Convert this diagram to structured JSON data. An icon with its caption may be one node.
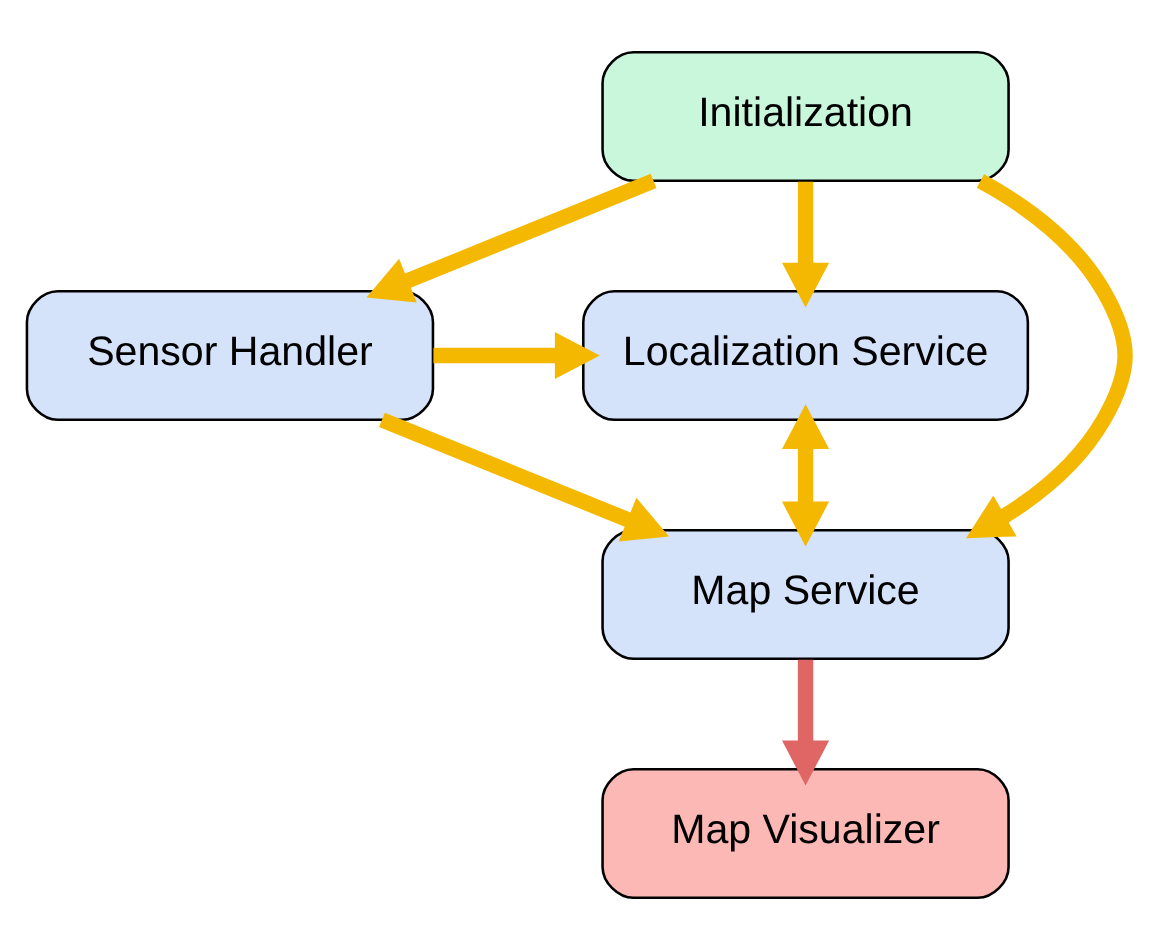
{
  "diagram": {
    "nodes": [
      {
        "text": [
          "Initialization"
        ]
      },
      {
        "text": [
          "Sensor Handler"
        ]
      },
      {
        "text": [
          "Localization Service"
        ]
      },
      {
        "text": [
          "Map Service"
        ]
      },
      {
        "text": [
          "Map Visualizer"
        ]
      }
    ],
    "edges": [
      {
        "from": 0,
        "to": 1,
        "arrow": "to"
      },
      {
        "from": 0,
        "to": 3,
        "arrow": "to"
      },
      {
        "from": 0,
        "to": 2,
        "arrow": "to"
      },
      {
        "from": 1,
        "to": 2,
        "arrow": "to"
      },
      {
        "from": 1,
        "to": 3,
        "arrow": "to"
      },
      {
        "from": 2,
        "to": 3,
        "arrow": "both"
      },
      {
        "from": 3,
        "to": 4,
        "arrow": "to",
        "color": "#e06666"
      }
    ]
  }
}
